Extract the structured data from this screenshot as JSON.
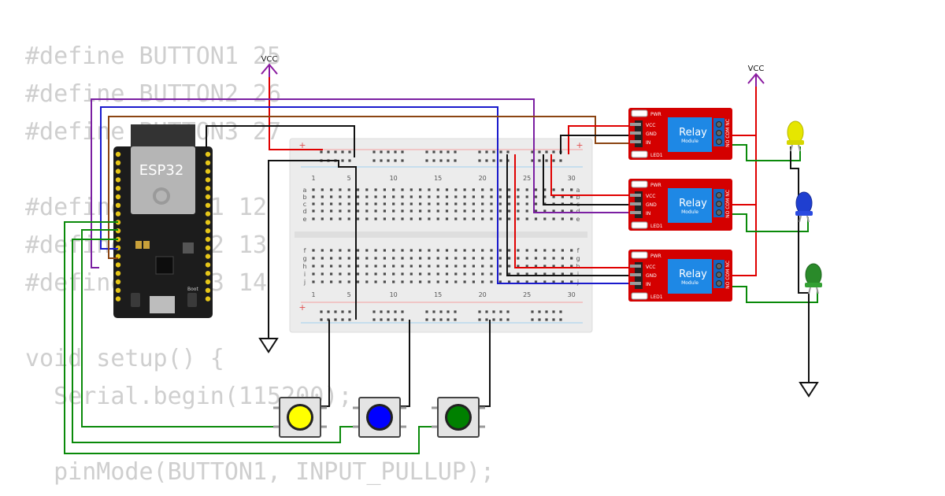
{
  "code_lines": [
    "",
    "#define BUTTON1 25",
    "#define BUTTON2 26",
    "#define BUTTON3 27",
    "",
    "#define RELAY1 12",
    "#define RELAY2 13",
    "#define RELAY3 14",
    "",
    "void setup() {",
    "  Serial.begin(115200);",
    "",
    "  pinMode(BUTTON1, INPUT_PULLUP);"
  ],
  "esp32": {
    "label": "ESP32",
    "boot_label": "Boot"
  },
  "vcc_label": "VCC",
  "breadboard": {
    "column_numbers": [
      "1",
      "5",
      "10",
      "15",
      "20",
      "25",
      "30"
    ],
    "row_letters_top": [
      "a",
      "b",
      "c",
      "d",
      "e"
    ],
    "row_letters_bottom": [
      "f",
      "g",
      "h",
      "i",
      "j"
    ],
    "plus_sign": "+"
  },
  "relay": {
    "title": "Relay",
    "subtitle": "Module",
    "pwr": "PWR",
    "led": "LED1",
    "pins": [
      "VCC",
      "GND",
      "IN"
    ],
    "contacts": "NO COM NC"
  },
  "buttons": [
    {
      "name": "button-1",
      "color": "#ffff00"
    },
    {
      "name": "button-2",
      "color": "#0000ff"
    },
    {
      "name": "button-3",
      "color": "#008000"
    }
  ],
  "leds": [
    {
      "name": "led-yellow",
      "color": "#e6e600"
    },
    {
      "name": "led-blue",
      "color": "#1f3fd0"
    },
    {
      "name": "led-green",
      "color": "#2a8a2a"
    }
  ],
  "wire_colors": {
    "vcc": "#e00000",
    "gnd": "#111111",
    "button1": "#0a8a0a",
    "purple": "#7b1fa2",
    "blue": "#1a1acc",
    "brown": "#8b4513"
  }
}
